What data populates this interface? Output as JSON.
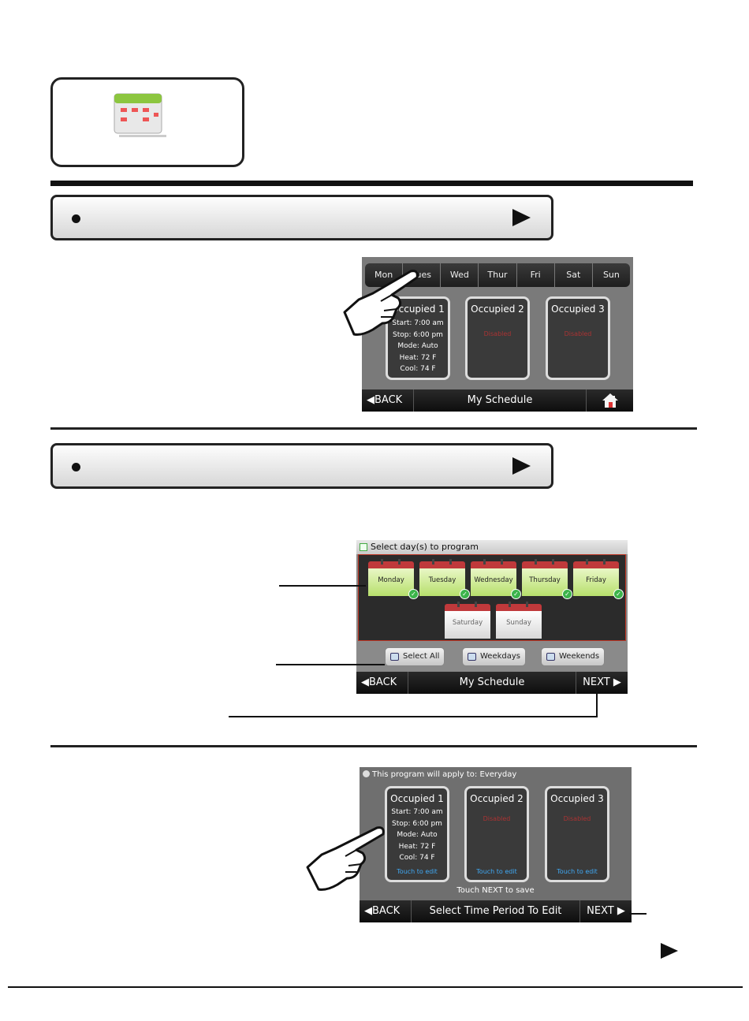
{
  "screen1": {
    "days": [
      "Mon",
      "Tues",
      "Wed",
      "Thur",
      "Fri",
      "Sat",
      "Sun"
    ],
    "periods": [
      {
        "title": "Occupied 1",
        "lines": [
          "Start: 7:00 am",
          "Stop: 6:00 pm",
          "Mode: Auto",
          "Heat: 72 F",
          "Cool: 74 F"
        ]
      },
      {
        "title": "Occupied 2",
        "status": "Disabled"
      },
      {
        "title": "Occupied 3",
        "status": "Disabled"
      }
    ],
    "back": "◀BACK",
    "title": "My Schedule"
  },
  "screen2": {
    "header": "Select day(s) to program",
    "days_selected": [
      "Monday",
      "Tuesday",
      "Wednesday",
      "Thursday",
      "Friday"
    ],
    "days_unselected": [
      "Saturday",
      "Sunday"
    ],
    "select_all": "Select All",
    "weekdays": "Weekdays",
    "weekends": "Weekends",
    "back": "◀BACK",
    "title": "My Schedule",
    "next": "NEXT ▶"
  },
  "screen3": {
    "header": "This program will apply to: Everyday",
    "periods": [
      {
        "title": "Occupied 1",
        "lines": [
          "Start: 7:00 am",
          "Stop: 6:00 pm",
          "Mode: Auto",
          "Heat: 72 F",
          "Cool: 74 F"
        ],
        "edit": "Touch to edit"
      },
      {
        "title": "Occupied 2",
        "status": "Disabled",
        "edit": "Touch to edit"
      },
      {
        "title": "Occupied 3",
        "status": "Disabled",
        "edit": "Touch to edit"
      }
    ],
    "save_hint": "Touch NEXT to save",
    "back": "◀BACK",
    "title": "Select Time Period To Edit",
    "next": "NEXT ▶"
  }
}
